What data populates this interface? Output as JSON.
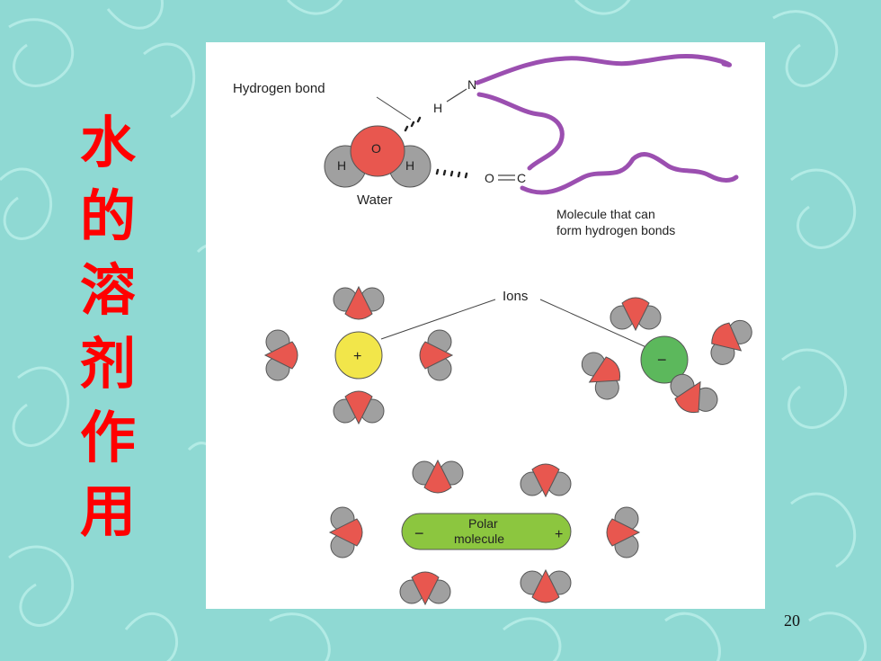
{
  "slide": {
    "title_chars": [
      "水",
      "的",
      "溶",
      "剂",
      "作",
      "用"
    ],
    "page_number": "20"
  },
  "figure": {
    "hydrogen_bond_label": "Hydrogen bond",
    "water_label": "Water",
    "molecule_label_line1": "Molecule that can",
    "molecule_label_line2": "form hydrogen bonds",
    "ions_label": "Ions",
    "polar_line1": "Polar",
    "polar_line2": "molecule",
    "atoms": {
      "O": "O",
      "H": "H",
      "N": "N",
      "C": "C"
    },
    "charges": {
      "plus": "+",
      "minus": "−"
    }
  },
  "colors": {
    "background": "#8fd9d3",
    "title": "#ff0000",
    "oxygen": "#e8574f",
    "hydrogen": "#a0a0a0",
    "chain": "#9b4fb0",
    "cation": "#f2e64a",
    "anion": "#5cb85c"
  }
}
